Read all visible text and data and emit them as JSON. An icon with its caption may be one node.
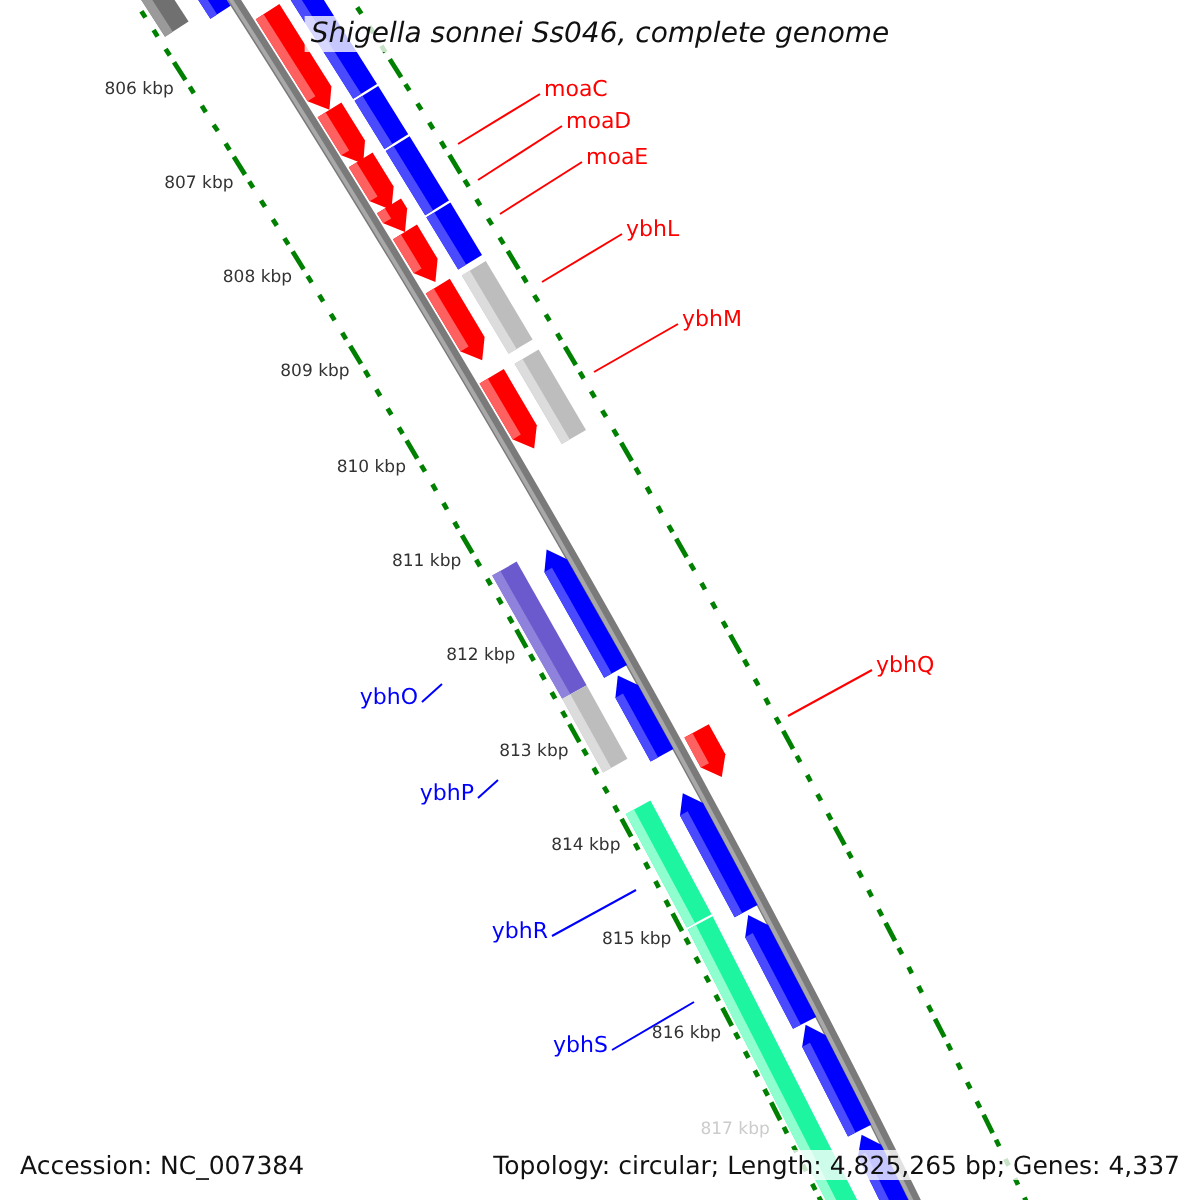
{
  "diagram": {
    "title": "Shigella sonnei Ss046, complete genome",
    "nodes": [
      {
        "text": [
          "moaC"
        ]
      },
      {
        "text": [
          "moaD"
        ]
      },
      {
        "text": [
          "moaE"
        ]
      },
      {
        "text": [
          "ybhL"
        ]
      },
      {
        "text": [
          "ybhM"
        ]
      },
      {
        "text": [
          "ybhQ"
        ]
      },
      {
        "text": [
          "ybhO"
        ]
      },
      {
        "text": [
          "ybhP"
        ]
      },
      {
        "text": [
          "ybhR"
        ]
      },
      {
        "text": [
          "ybhS"
        ]
      }
    ],
    "edges": [
      {
        "from": 0,
        "to": null,
        "arrow": "none"
      },
      {
        "from": 1,
        "to": null,
        "arrow": "none"
      },
      {
        "from": 2,
        "to": null,
        "arrow": "none"
      },
      {
        "from": 3,
        "to": null,
        "arrow": "none"
      },
      {
        "from": 4,
        "to": null,
        "arrow": "none"
      },
      {
        "from": 5,
        "to": null,
        "arrow": "none"
      },
      {
        "from": 6,
        "to": null,
        "arrow": "none",
        "color": "#0000ff"
      },
      {
        "from": 7,
        "to": null,
        "arrow": "none",
        "color": "#0000ff"
      },
      {
        "from": 8,
        "to": null,
        "arrow": "none",
        "color": "#0000ff"
      },
      {
        "from": 9,
        "to": null,
        "arrow": "none",
        "color": "#0000ff"
      }
    ],
    "labels": [
      "806 kbp",
      "807 kbp",
      "808 kbp",
      "809 kbp",
      "810 kbp",
      "811 kbp",
      "812 kbp",
      "813 kbp",
      "814 kbp",
      "815 kbp",
      "816 kbp",
      "817 kbp",
      "Accession: NC_007384",
      "Topology: circular; Length: 4,825,265 bp; Genes: 4,337"
    ]
  }
}
